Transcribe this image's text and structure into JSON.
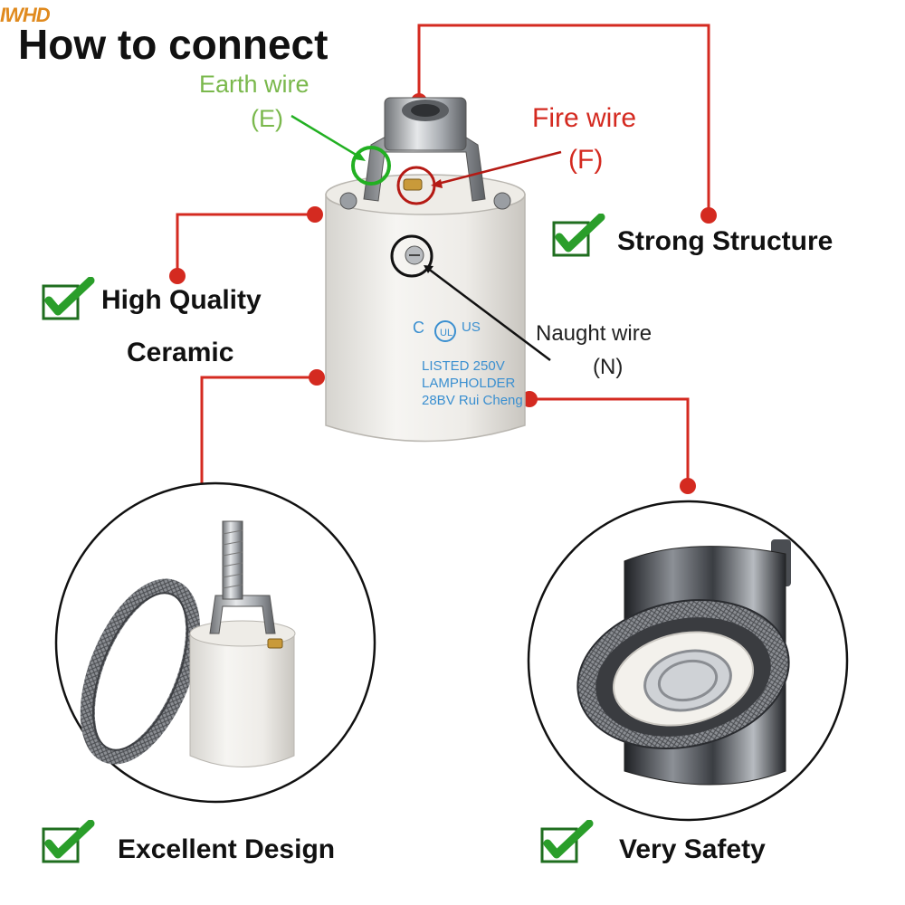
{
  "logo": {
    "text": "IWHD"
  },
  "title": "How to connect",
  "wires": {
    "earth": {
      "label": "Earth wire",
      "code": "(E)",
      "color": "#7ab84c"
    },
    "fire": {
      "label": "Fire wire",
      "code": "(F)",
      "color": "#d42a20"
    },
    "naught": {
      "label": "Naught wire",
      "code": "(N)",
      "color": "#222222"
    }
  },
  "ceramic_marking": [
    "LISTED 250V",
    "LAMPHOLDER",
    "28BV Rui Cheng"
  ],
  "features": {
    "strong_structure": "Strong Structure",
    "high_quality_line1": "High Quality",
    "high_quality_line2": "Ceramic",
    "excellent_design": "Excellent Design",
    "very_safety": "Very Safety"
  },
  "colors": {
    "connector": "#d42a20",
    "check": "#2a9e2a",
    "check_border": "#1f6e1f",
    "marking": "#3a8fd0"
  },
  "icons": [
    "check-icon",
    "lamp-holder-image",
    "bulb-socket-image"
  ]
}
